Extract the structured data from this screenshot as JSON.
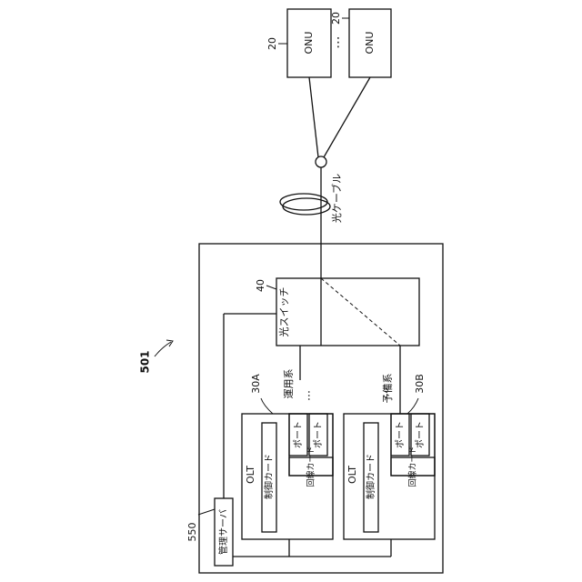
{
  "onu": {
    "label": "ONU",
    "ref": "20",
    "ellipsis": "⋮"
  },
  "cable": {
    "label": "光ケーブル"
  },
  "system": {
    "ref": "501"
  },
  "optical_switch": {
    "label": "光スイッチ",
    "ref": "40"
  },
  "active_path": {
    "label": "運用系",
    "ellipsis": "…"
  },
  "standby_path": {
    "label": "予備系"
  },
  "olt_a": {
    "ref": "30A",
    "title": "OLT",
    "control_card": "制御カード",
    "line_card": "回線カード",
    "port": "ポート"
  },
  "olt_b": {
    "ref": "30B",
    "title": "OLT",
    "control_card": "制御カード",
    "line_card": "回線カード",
    "port": "ポート"
  },
  "management_server": {
    "label": "管理サーバ",
    "ref": "550"
  }
}
